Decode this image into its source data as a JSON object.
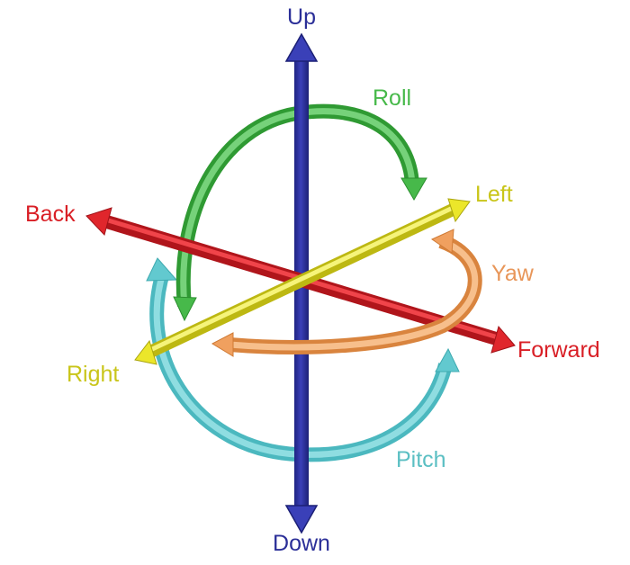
{
  "labels": {
    "up": "Up",
    "down": "Down",
    "back": "Back",
    "forward": "Forward",
    "left": "Left",
    "right": "Right",
    "roll": "Roll",
    "yaw": "Yaw",
    "pitch": "Pitch"
  },
  "colors": {
    "vertical_axis": "#2b2f98",
    "longitudinal_axis": "#d91f26",
    "lateral_axis": "#e8e626",
    "roll": "#47b94a",
    "yaw": "#f0a05f",
    "pitch": "#62c9cf",
    "label_up_down": "#2b2f98",
    "label_back_forward": "#d91f26",
    "label_left_right": "#c9c51a",
    "label_roll": "#47b94a",
    "label_yaw": "#e89659",
    "label_pitch": "#5bbfc3"
  }
}
